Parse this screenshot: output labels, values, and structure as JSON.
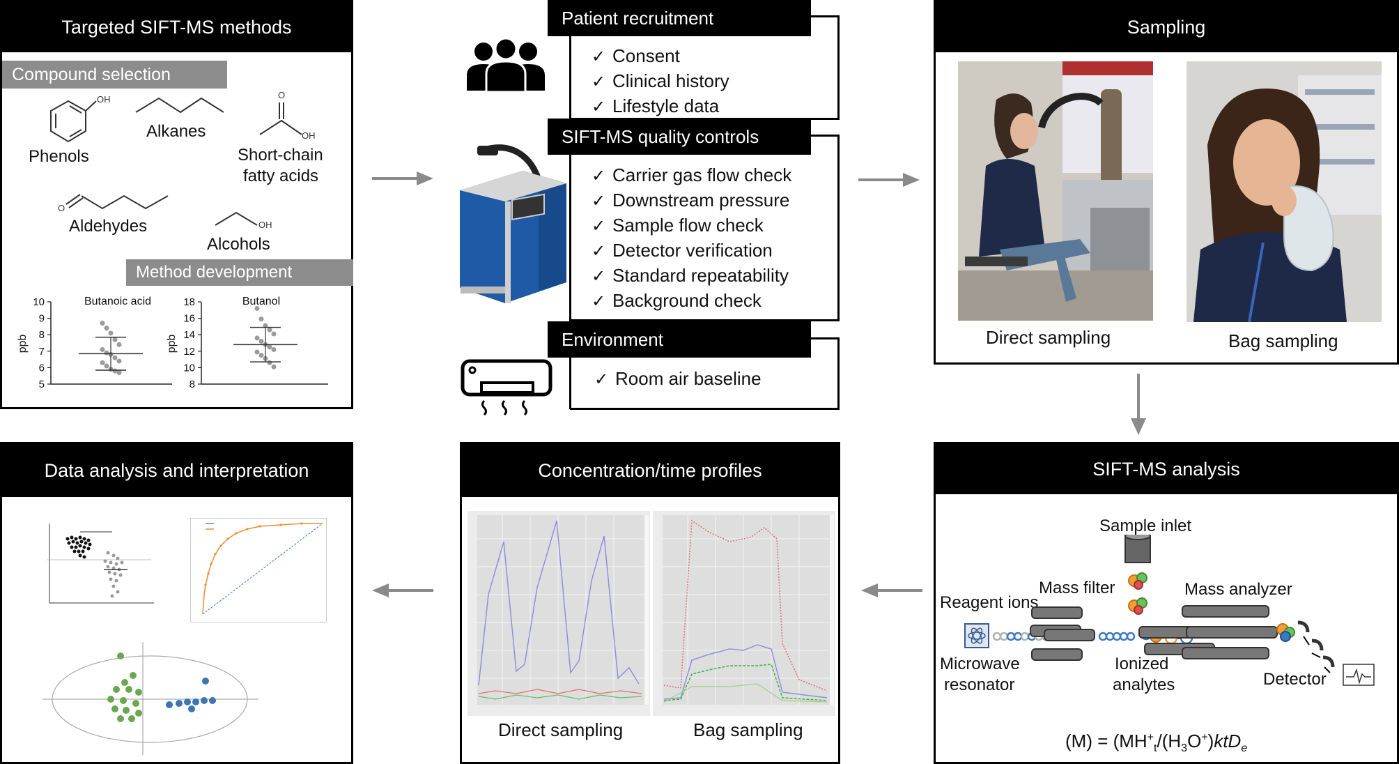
{
  "panels": {
    "targeted": {
      "title": "Targeted SIFT-MS methods",
      "compound_selection": "Compound selection",
      "compounds": {
        "phenols": "Phenols",
        "phenols_oh": "OH",
        "alkanes": "Alkanes",
        "scfa_line1": "Short-chain",
        "scfa_line2": "fatty acids",
        "scfa_o": "O",
        "scfa_oh": "OH",
        "aldehydes": "Aldehydes",
        "aldehydes_o": "O",
        "alcohols": "Alcohols",
        "alcohols_oh": "OH"
      },
      "method_development": "Method development"
    },
    "sampling": {
      "title": "Sampling",
      "direct": "Direct sampling",
      "bag": "Bag sampling"
    },
    "sift_analysis": {
      "title": "SIFT-MS analysis",
      "sample_inlet": "Sample inlet",
      "mass_filter": "Mass filter",
      "mass_analyzer": "Mass analyzer",
      "reagent_ions": "Reagent ions",
      "microwave_line1": "Microwave",
      "microwave_line2": "resonator",
      "ionized_line1": "Ionized",
      "ionized_line2": "analytes",
      "detector": "Detector"
    },
    "profiles": {
      "title": "Concentration/time profiles",
      "direct": "Direct sampling",
      "bag": "Bag sampling"
    },
    "analysis": {
      "title": "Data analysis and interpretation"
    }
  },
  "center": {
    "recruitment": {
      "title": "Patient recruitment",
      "items": [
        "Consent",
        "Clinical history",
        "Lifestyle data"
      ]
    },
    "quality": {
      "title": "SIFT-MS quality controls",
      "items": [
        "Carrier gas flow check",
        "Downstream pressure",
        "Sample flow check",
        "Detector verification",
        "Standard repeatability",
        "Background check"
      ]
    },
    "environment": {
      "title": "Environment",
      "items": [
        "Room air baseline"
      ]
    },
    "check_mark": "✓"
  },
  "colors": {
    "instrument_blue": "#1f5aa6",
    "arrow_gray": "#8a8a8a",
    "ion_orange": "#f0a030",
    "ion_green": "#6cbf5a",
    "ion_red": "#e05050",
    "ion_blue": "#3a78c0"
  },
  "chart_data": [
    {
      "type": "scatter",
      "title": "Butanoic acid",
      "ylabel": "ppb",
      "ylim": [
        5,
        10
      ],
      "yticks": [
        "10",
        "9",
        "8",
        "7",
        "6",
        "5"
      ],
      "points": [
        8.7,
        8.4,
        8.1,
        7.7,
        7.4,
        7.1,
        6.9,
        6.8,
        6.6,
        6.4,
        6.3,
        6.1,
        5.9,
        5.8,
        5.7
      ],
      "mean": 6.85,
      "sd_range": [
        5.85,
        7.85
      ]
    },
    {
      "type": "scatter",
      "title": "Butanol",
      "ylabel": "ppb",
      "ylim": [
        8,
        18
      ],
      "yticks": [
        "18",
        "16",
        "14",
        "12",
        "10",
        "8"
      ],
      "points": [
        17.2,
        15.9,
        15.1,
        14.6,
        14.1,
        13.6,
        13.2,
        12.8,
        12.5,
        12.2,
        11.9,
        11.5,
        11.1,
        10.6,
        10.1
      ],
      "mean": 12.8,
      "sd_range": [
        10.7,
        14.9
      ]
    }
  ],
  "formula": {
    "lhs": "(M) = (MH",
    "sup1": "+",
    "sub1": "t",
    "mid": "/(H",
    "sub2": "3",
    "o": "O",
    "sup2": "+",
    "rhs": ")",
    "italic": "ktD",
    "sub3": "e"
  }
}
